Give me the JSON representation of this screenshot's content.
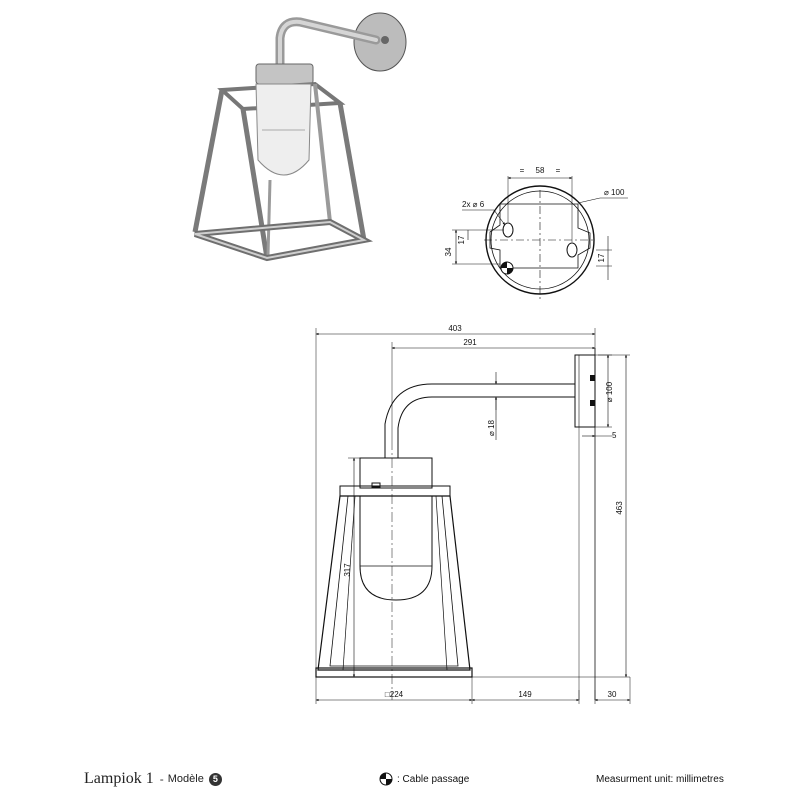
{
  "title": {
    "name": "Lampiok 1",
    "separator": "-",
    "model_label": "Modèle",
    "model_number": "5"
  },
  "legend": {
    "cable_passage": ": Cable passage",
    "cable_passage_icon": "cable-passage-icon"
  },
  "units_note": "Measurment unit: millimetres",
  "plate_detail": {
    "hole_spacing": "58",
    "hole_callout": "2x ⌀ 6",
    "diameter": "⌀ 100",
    "height_34": "34",
    "offset_17_left": "17",
    "offset_17_right": "17",
    "eq_marks": [
      "=",
      "="
    ]
  },
  "side_view": {
    "overall_depth": "403",
    "arm_depth": "291",
    "plate_diameter": "⌀ 100",
    "tube_diameter": "⌀ 18",
    "plate_thickness": "5",
    "total_height": "463",
    "lantern_height": "317",
    "base_width": "□224",
    "gap": "149",
    "plate_gap": "30"
  },
  "colors": {
    "line": "#1a1a1a",
    "metal": "#c8c8c8",
    "metal_dark": "#8a8a8a",
    "glass": "#eeeeee"
  }
}
